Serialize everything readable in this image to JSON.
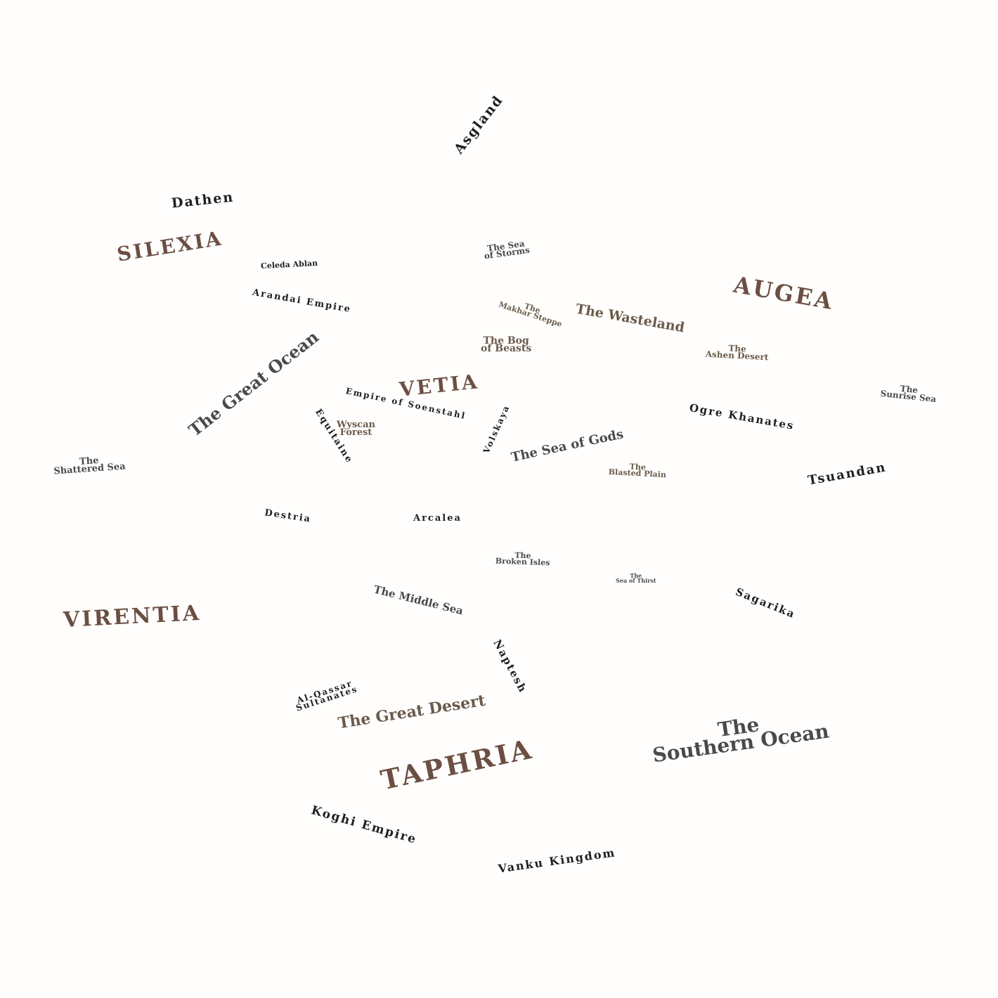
{
  "colors": {
    "background": "#fffefd",
    "continent": "#6b4f43",
    "sea": "#4a4a48",
    "nation": "#1f1f1d",
    "region": "#6a5a4a"
  },
  "labels": {
    "asgland": "Asgland",
    "dathen": "Dathen",
    "silexia": "SILEXIA",
    "celeda_ablan": "Celeda Ablan",
    "arandai_empire": "Arandai Empire",
    "sea_of_storms": "The Sea\nof Storms",
    "makhar_steppe": "The\nMakhar Steppe",
    "the_wasteland": "The Wasteland",
    "augea": "AUGEA",
    "ashen_desert": "The\nAshen Desert",
    "bog_of_beasts": "The Bog\nof Beasts",
    "great_ocean": "The Great Ocean",
    "vetia": "VETIA",
    "empire_of_soenstahl": "Empire of Soenstahl",
    "sunrise_sea": "The\nSunrise Sea",
    "ogre_khanates": "Ogre Khanates",
    "equitaine": "Equitaine",
    "wyscan_forest": "Wyscan\nForest",
    "volskaya": "Volskaya",
    "sea_of_gods": "The Sea of Gods",
    "shattered_sea": "The\nShattered Sea",
    "blasted_plain": "The\nBlasted Plain",
    "tsuandan": "Tsuandan",
    "destria": "Destria",
    "arcalea": "Arcalea",
    "broken_isles": "The\nBroken Isles",
    "sea_of_thirst": "The\nSea of Thirst",
    "middle_sea": "The Middle Sea",
    "sagarika": "Sagarika",
    "virentia": "VIRENTIA",
    "naptesh": "Naptesh",
    "al_qassar": "Al-Qassar\nSultanates",
    "great_desert": "The Great Desert",
    "southern_ocean": "The\nSouthern Ocean",
    "taphria": "TAPHRIA",
    "koghi_empire": "Koghi Empire",
    "vanku_kingdom": "Vanku Kingdom"
  }
}
